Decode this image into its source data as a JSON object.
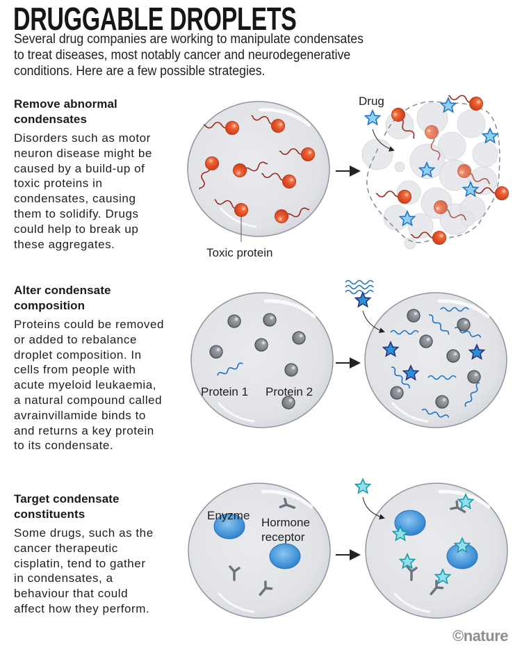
{
  "title": "DRUGGABLE DROPLETS",
  "intro": [
    "Several drug companies are working to manipulate condensates",
    "to treat diseases, most notably cancer and neurodegenerative",
    "conditions. Here are a few possible strategies."
  ],
  "sections": [
    {
      "heading": [
        "Remove abnormal",
        "condensates"
      ],
      "body": [
        "Disorders such as motor",
        "neuron disease might be",
        "caused by a build-up of",
        "toxic proteins in",
        "condensates, causing",
        "them to solidify. Drugs",
        "could help to break up",
        "these aggregates."
      ],
      "labels": {
        "toxic_protein": "Toxic protein",
        "drug": "Drug"
      }
    },
    {
      "heading": [
        "Alter condensate",
        "composition"
      ],
      "body": [
        "Proteins could be removed",
        "or added to rebalance",
        "droplet composition. In",
        "cells from people with",
        "acute myeloid leukaemia,",
        "a natural compound called",
        "avrainvillamide binds to",
        "and returns a key protein",
        "to its condensate."
      ],
      "labels": {
        "protein1": "Protein 1",
        "protein2": "Protein 2"
      }
    },
    {
      "heading": [
        "Target condensate",
        "constituents"
      ],
      "body": [
        "Some drugs, such as the",
        "cancer therapeutic",
        "cisplatin, tend to gather",
        "in condensates, a",
        "behaviour that could",
        "affect how they perform."
      ],
      "labels": {
        "enzyme": "Enyzme",
        "hormone1": "Hormone",
        "hormone2": "receptor"
      }
    }
  ],
  "footer": "©nature",
  "colors": {
    "toxic_protein": "#e8552a",
    "drug_light": "#8fd0f2",
    "drug_dark": "#2b78c6",
    "teal_drug": "#7fdbe6",
    "enzyme": "#3d8fd6",
    "droplet": "#e4e6ea"
  }
}
